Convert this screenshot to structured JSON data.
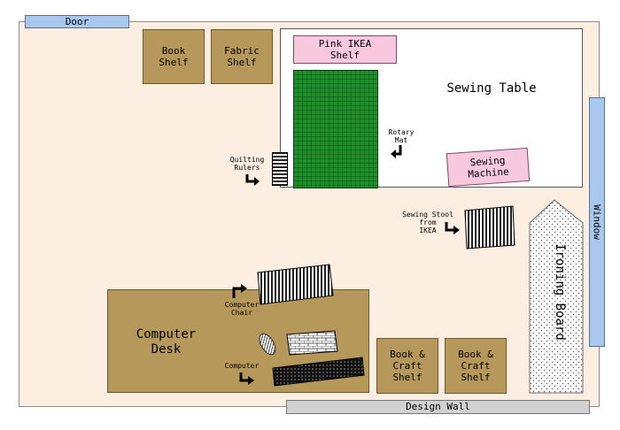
{
  "door": "Door",
  "window": "Window",
  "design_wall": "Design Wall",
  "book_shelf": "Book\nShelf",
  "fabric_shelf": "Fabric\nShelf",
  "pink_shelf": "Pink IKEA\nShelf",
  "sewing_table": "Sewing Table",
  "rotary_mat": "Rotary\nMat",
  "quilting_rulers": "Quilting\nRulers",
  "sewing_machine": "Sewing\nMachine",
  "sewing_stool": "Sewing Stool\nfrom\nIKEA",
  "ironing_board": "Ironing Board",
  "computer_chair": "Computer\nChair",
  "computer_desk": "Computer\nDesk",
  "computer": "Computer",
  "book_craft_shelf_1": "Book &\nCraft\nShelf",
  "book_craft_shelf_2": "Book &\nCraft\nShelf",
  "colors": {
    "room_floor": "#fdeee2",
    "furniture": "#b5985a",
    "window_door": "#a9c8ee",
    "pink_items": "#f8c8df",
    "cutting_mat": "#1f8f2a"
  }
}
